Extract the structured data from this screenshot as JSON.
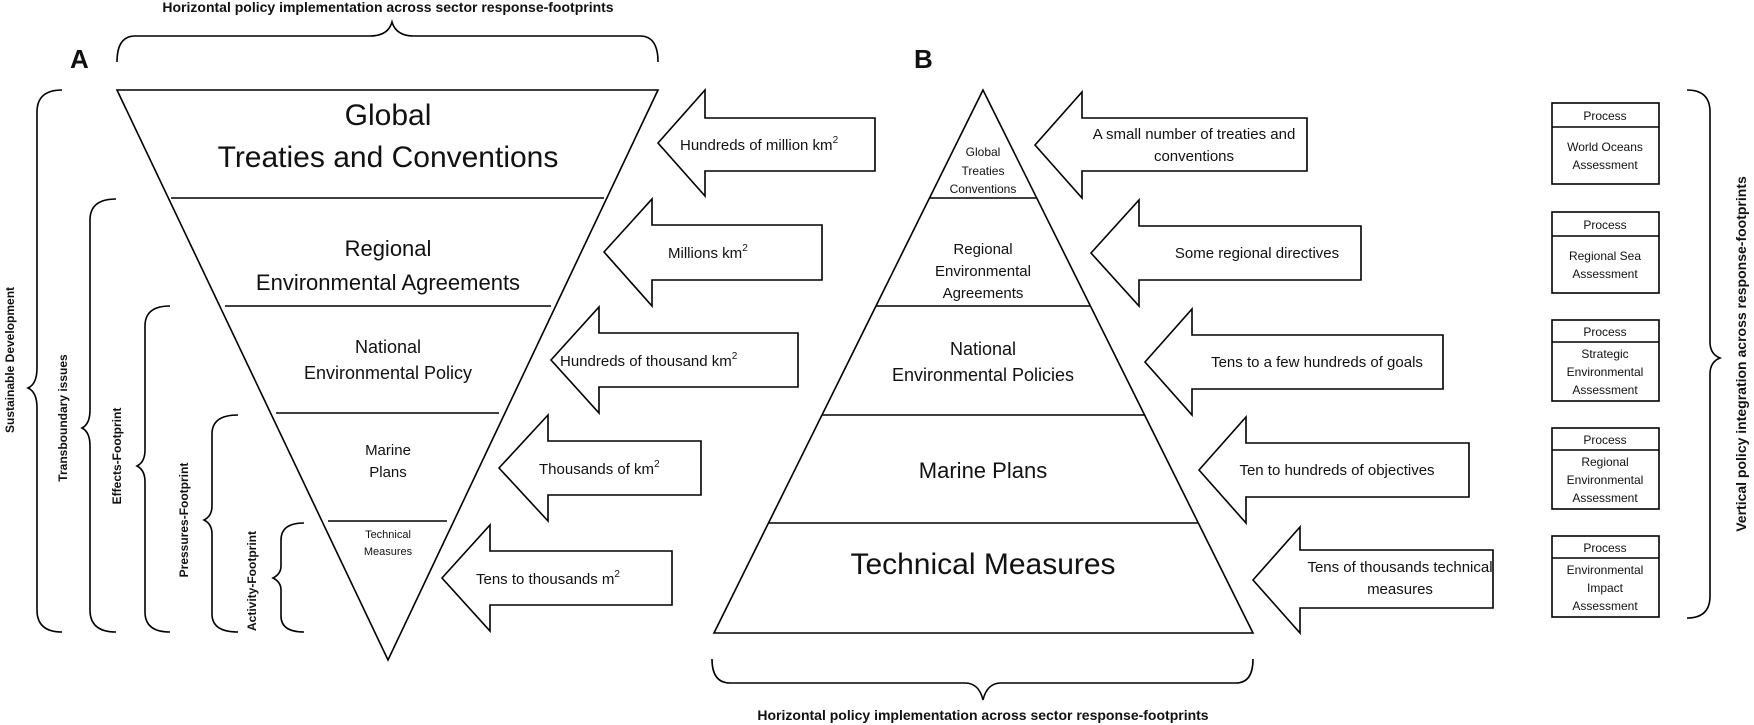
{
  "panel_a": {
    "label": "A",
    "top_brace_label": "Horizontal policy implementation across sector response-footprints",
    "left_braces": [
      {
        "label": "Sustainable Development"
      },
      {
        "label": "Transboundary issues"
      },
      {
        "label": "Effects-Footprint"
      },
      {
        "label": "Pressures-Footprint"
      },
      {
        "label": "Activity-Footprint"
      }
    ],
    "levels": [
      {
        "lines": [
          "Global",
          "Treaties and Conventions"
        ]
      },
      {
        "lines": [
          "Regional",
          "Environmental Agreements"
        ]
      },
      {
        "lines": [
          "National",
          "Environmental Policy"
        ]
      },
      {
        "lines": [
          "Marine",
          "Plans"
        ]
      },
      {
        "lines": [
          "Technical",
          "Measures"
        ]
      }
    ],
    "arrows": [
      {
        "text": "Hundreds of million km",
        "sup": "2"
      },
      {
        "text": "Millions km",
        "sup": "2"
      },
      {
        "text": "Hundreds of thousand km",
        "sup": "2"
      },
      {
        "text": "Thousands of km",
        "sup": "2"
      },
      {
        "text": "Tens to thousands m",
        "sup": "2"
      }
    ]
  },
  "panel_b": {
    "label": "B",
    "bottom_brace_label": "Horizontal policy implementation across sector response-footprints",
    "right_brace_label": "Vertical policy integration across response-footprints",
    "levels": [
      {
        "lines": [
          "Global",
          "Treaties",
          "Conventions"
        ]
      },
      {
        "lines": [
          "Regional",
          "Environmental",
          "Agreements"
        ]
      },
      {
        "lines": [
          "National",
          "Environmental Policies"
        ]
      },
      {
        "lines": [
          "Marine Plans"
        ]
      },
      {
        "lines": [
          "Technical Measures"
        ]
      }
    ],
    "arrows": [
      {
        "lines": [
          "A small number of treaties and",
          "conventions"
        ]
      },
      {
        "lines": [
          "Some regional directives"
        ]
      },
      {
        "lines": [
          "Tens to a few hundreds of goals"
        ]
      },
      {
        "lines": [
          "Ten to hundreds of objectives"
        ]
      },
      {
        "lines": [
          "Tens of thousands technical",
          "measures"
        ]
      }
    ],
    "process_boxes": [
      {
        "header": "Process",
        "lines": [
          "World Oceans",
          "Assessment"
        ]
      },
      {
        "header": "Process",
        "lines": [
          "Regional Sea",
          "Assessment"
        ]
      },
      {
        "header": "Process",
        "lines": [
          "Strategic",
          "Environmental",
          "Assessment"
        ]
      },
      {
        "header": "Process",
        "lines": [
          "Regional",
          "Environmental",
          "Assessment"
        ]
      },
      {
        "header": "Process",
        "lines": [
          "Environmental",
          "Impact",
          "Assessment"
        ]
      }
    ]
  }
}
